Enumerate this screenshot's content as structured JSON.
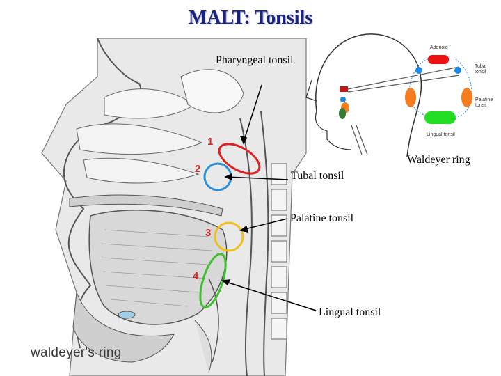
{
  "title": "MALT: Tonsils",
  "labels": {
    "pharyngeal": "Pharyngeal tonsil",
    "tubal": "Tubal tonsil",
    "palatine": "Palatine tonsil",
    "lingual": "Lingual tonsil",
    "waldeyer": "Waldeyer ring"
  },
  "numbers": [
    "1",
    "2",
    "3",
    "4"
  ],
  "caption": "waldeyer's ring",
  "inset_labels": {
    "adenoid": "Adenoid",
    "tubal": "Tubal tonsil",
    "palatine": "Palatine tonsil",
    "lingual": "Lingual tonsil"
  },
  "colors": {
    "title": "#1a237e",
    "pharyngeal_ring": "#e02020",
    "tubal_ring": "#2a8fd8",
    "palatine_ring": "#f0c020",
    "lingual_ring": "#40c030",
    "adenoid": "#ee1111",
    "tubal_dot": "#1e88e5",
    "palatine_oval": "#f57c1f",
    "lingual_oval": "#22dd22"
  }
}
